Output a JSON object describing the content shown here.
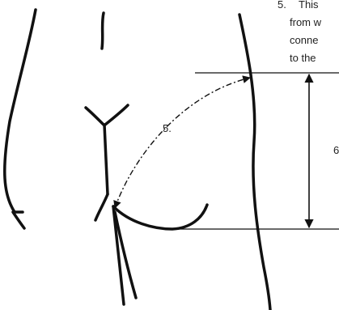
{
  "instruction": {
    "number": "5.",
    "lines": [
      "This",
      "from w",
      "conne",
      "to the"
    ]
  },
  "measure_labels": {
    "arc": "5.",
    "height": "6"
  },
  "colors": {
    "ink": "#111111",
    "text": "#222222",
    "background": "#ffffff"
  }
}
